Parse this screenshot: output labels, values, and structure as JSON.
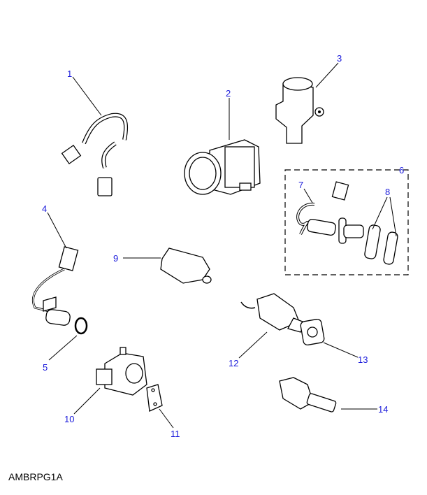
{
  "diagram_code": "AMBRPG1A",
  "callouts": [
    "1",
    "2",
    "3",
    "4",
    "5",
    "6",
    "7",
    "8",
    "9",
    "10",
    "11",
    "12",
    "13",
    "14"
  ],
  "colors": {
    "callout": "#1a1adb",
    "line": "#000000"
  }
}
